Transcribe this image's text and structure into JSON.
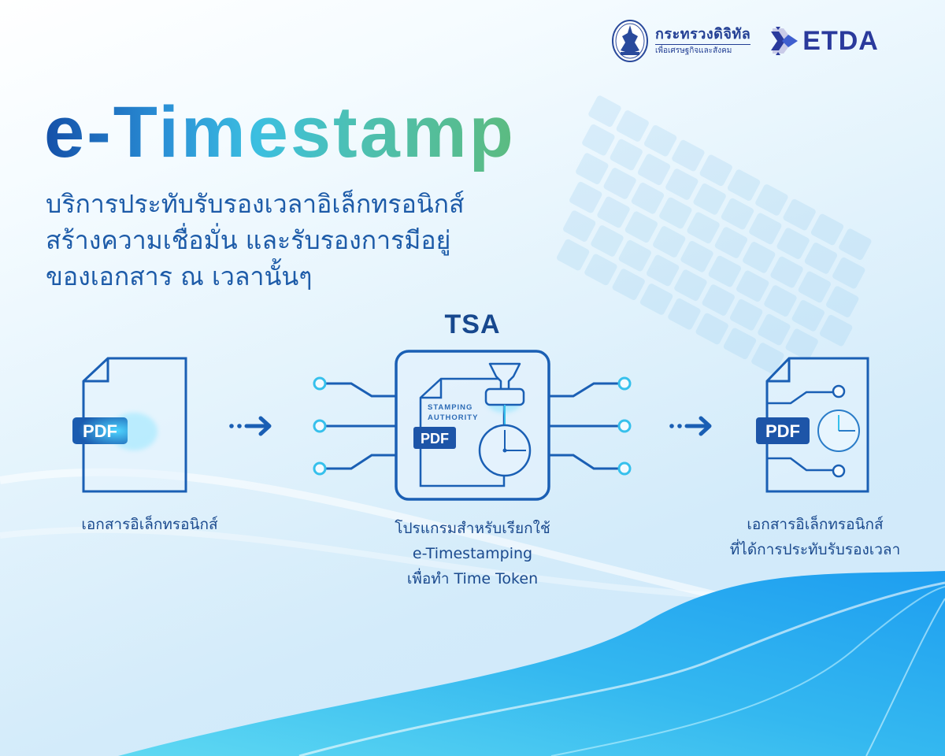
{
  "header": {
    "ministry_logo": {
      "icon": "ministry-seal-icon",
      "title": "กระทรวงดิจิทัล",
      "subtitle": "เพื่อเศรษฐกิจและสังคม"
    },
    "etda_logo": {
      "icon": "etda-x-mark-icon",
      "text": "ETDA"
    }
  },
  "hero": {
    "title": "e-Timestamp",
    "subtitle_lines": [
      "บริการประทับรับรองเวลาอิเล็กทรอนิกส์",
      "สร้างความเชื่อมั่น และรับรองการมีอยู่",
      "ของเอกสาร ณ เวลานั้นๆ"
    ]
  },
  "diagram": {
    "tsa_label": "TSA",
    "steps": [
      {
        "icon": "pdf-document-icon",
        "badge": "PDF",
        "caption_lines": [
          "เอกสารอิเล็กทรอนิกส์"
        ]
      },
      {
        "icon": "tsa-stamping-authority-icon",
        "badge": "PDF",
        "doc_text_lines": [
          "STAMPING",
          "AUTHORITY"
        ],
        "caption_lines": [
          "โปรแกรมสำหรับเรียกใช้",
          "e-Timestamping",
          "เพื่อทำ Time Token"
        ]
      },
      {
        "icon": "timestamped-pdf-icon",
        "badge": "PDF",
        "caption_lines": [
          "เอกสารอิเล็กทรอนิกส์",
          "ที่ได้การประทับรับรองเวลา"
        ]
      }
    ],
    "arrows": [
      "dotted-arrow-right-icon",
      "dotted-arrow-right-icon"
    ]
  },
  "colors": {
    "primary_blue": "#1d5ba8",
    "dark_blue": "#17488e",
    "line_blue": "#1a5fb4",
    "glow_cyan": "#3ec8f0",
    "title_gradient": [
      "#1450a8",
      "#3cbfe0",
      "#5cbb80"
    ],
    "etda_navy": "#2a3a9c"
  }
}
